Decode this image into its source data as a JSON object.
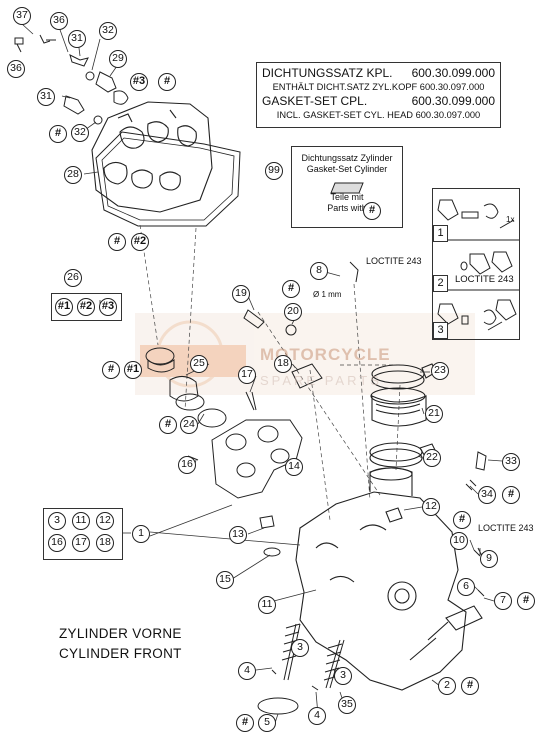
{
  "gasket_set": {
    "line1_label": "DICHTUNGSSATZ KPL.",
    "line1_number": "600.30.099.000",
    "line2": "ENTHÄLT DICHT.SATZ ZYL.KOPF 600.30.097.000",
    "line3_label": "GASKET-SET CPL.",
    "line3_number": "600.30.099.000",
    "line4": "INCL. GASKET-SET CYL. HEAD 600.30.097.000"
  },
  "cylinder_gasket": {
    "line1": "Dichtungssatz Zylinder",
    "line2": "Gasket-Set Cylinder",
    "line3": "Teile mit",
    "line4": "Parts with",
    "marker": "#",
    "callout": "99"
  },
  "caption": {
    "line1": "ZYLINDER VORNE",
    "line2": "CYLINDER FRONT"
  },
  "loctite": {
    "top": "LOCTITE 243",
    "panel": "LOCTITE 243",
    "right": "LOCTITE 243",
    "gap": "Ø 1 mm"
  },
  "side_panel": {
    "steps": [
      "1",
      "2",
      "3"
    ],
    "note": "1x"
  },
  "watermark": {
    "logo": "MSP",
    "line1": "MOTORCYCLE",
    "line2": "SPARE PARTS"
  },
  "group_26": [
    "#1",
    "#2",
    "#3"
  ],
  "group_1": [
    "3",
    "11",
    "12",
    "16",
    "17",
    "18"
  ],
  "callouts": [
    {
      "id": "37",
      "text": "37"
    },
    {
      "id": "36a",
      "text": "36"
    },
    {
      "id": "36b",
      "text": "36"
    },
    {
      "id": "31a",
      "text": "31"
    },
    {
      "id": "31b",
      "text": "31"
    },
    {
      "id": "32a",
      "text": "32"
    },
    {
      "id": "32b",
      "text": "32"
    },
    {
      "id": "29",
      "text": "29"
    },
    {
      "id": "h3",
      "text": "#3"
    },
    {
      "id": "h_a",
      "text": "#"
    },
    {
      "id": "h_b",
      "text": "#"
    },
    {
      "id": "28",
      "text": "28"
    },
    {
      "id": "h_c",
      "text": "#"
    },
    {
      "id": "h2",
      "text": "#2"
    },
    {
      "id": "26",
      "text": "26"
    },
    {
      "id": "8",
      "text": "8"
    },
    {
      "id": "h_d",
      "text": "#"
    },
    {
      "id": "19",
      "text": "19"
    },
    {
      "id": "20",
      "text": "20"
    },
    {
      "id": "h_e",
      "text": "#"
    },
    {
      "id": "h1",
      "text": "#1"
    },
    {
      "id": "25",
      "text": "25"
    },
    {
      "id": "18",
      "text": "18"
    },
    {
      "id": "17",
      "text": "17"
    },
    {
      "id": "23",
      "text": "23"
    },
    {
      "id": "21",
      "text": "21"
    },
    {
      "id": "h_f",
      "text": "#"
    },
    {
      "id": "24",
      "text": "24"
    },
    {
      "id": "16",
      "text": "16"
    },
    {
      "id": "14",
      "text": "14"
    },
    {
      "id": "22",
      "text": "22"
    },
    {
      "id": "33",
      "text": "33"
    },
    {
      "id": "34",
      "text": "34"
    },
    {
      "id": "h_g",
      "text": "#"
    },
    {
      "id": "12",
      "text": "12"
    },
    {
      "id": "1",
      "text": "1"
    },
    {
      "id": "h_h",
      "text": "#"
    },
    {
      "id": "13",
      "text": "13"
    },
    {
      "id": "10",
      "text": "10"
    },
    {
      "id": "9",
      "text": "9"
    },
    {
      "id": "15",
      "text": "15"
    },
    {
      "id": "6",
      "text": "6"
    },
    {
      "id": "7",
      "text": "7"
    },
    {
      "id": "h_i",
      "text": "#"
    },
    {
      "id": "11",
      "text": "11"
    },
    {
      "id": "3a",
      "text": "3"
    },
    {
      "id": "3b",
      "text": "3"
    },
    {
      "id": "4a",
      "text": "4"
    },
    {
      "id": "4b",
      "text": "4"
    },
    {
      "id": "2",
      "text": "2"
    },
    {
      "id": "h_j",
      "text": "#"
    },
    {
      "id": "h_k",
      "text": "#"
    },
    {
      "id": "5",
      "text": "5"
    },
    {
      "id": "35",
      "text": "35"
    },
    {
      "id": "99",
      "text": "99"
    }
  ]
}
